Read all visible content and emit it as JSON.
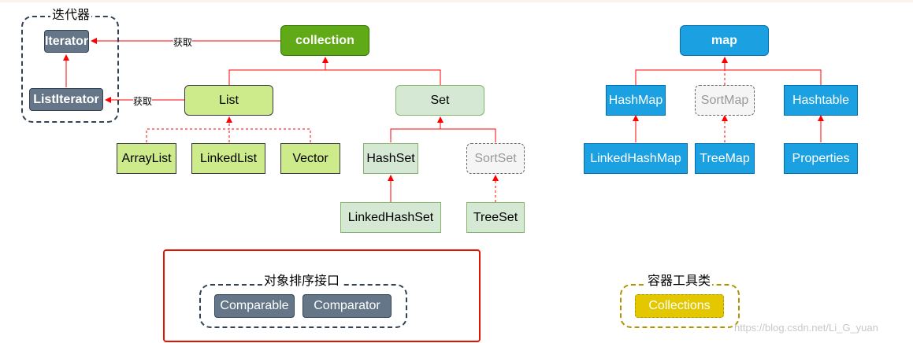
{
  "groups": {
    "iterator": "迭代器",
    "compare": "对象排序接口",
    "tools": "容器工具类"
  },
  "edge_labels": {
    "get1": "获取",
    "get2": "获取"
  },
  "nodes": {
    "iterator": "Iterator",
    "listiterator": "ListIterator",
    "collection": "collection",
    "list": "List",
    "set": "Set",
    "arraylist": "ArrayList",
    "linkedlist": "LinkedList",
    "vector": "Vector",
    "hashset": "HashSet",
    "sortset": "SortSet",
    "linkedhashset": "LinkedHashSet",
    "treeset": "TreeSet",
    "map": "map",
    "hashmap": "HashMap",
    "sortmap": "SortMap",
    "hashtable": "Hashtable",
    "linkedhashmap": "LinkedHashMap",
    "treemap": "TreeMap",
    "properties": "Properties",
    "comparable": "Comparable",
    "comparator": "Comparator",
    "collections": "Collections"
  },
  "watermark": "https://blog.csdn.net/Li_G_yuan",
  "colors": {
    "arrow": "#ff0000",
    "collection": "#60a917",
    "map": "#1ba1e2",
    "interface_slate": "#647687",
    "tool_yellow": "#e3c800",
    "highlight_box": "#e51400"
  }
}
